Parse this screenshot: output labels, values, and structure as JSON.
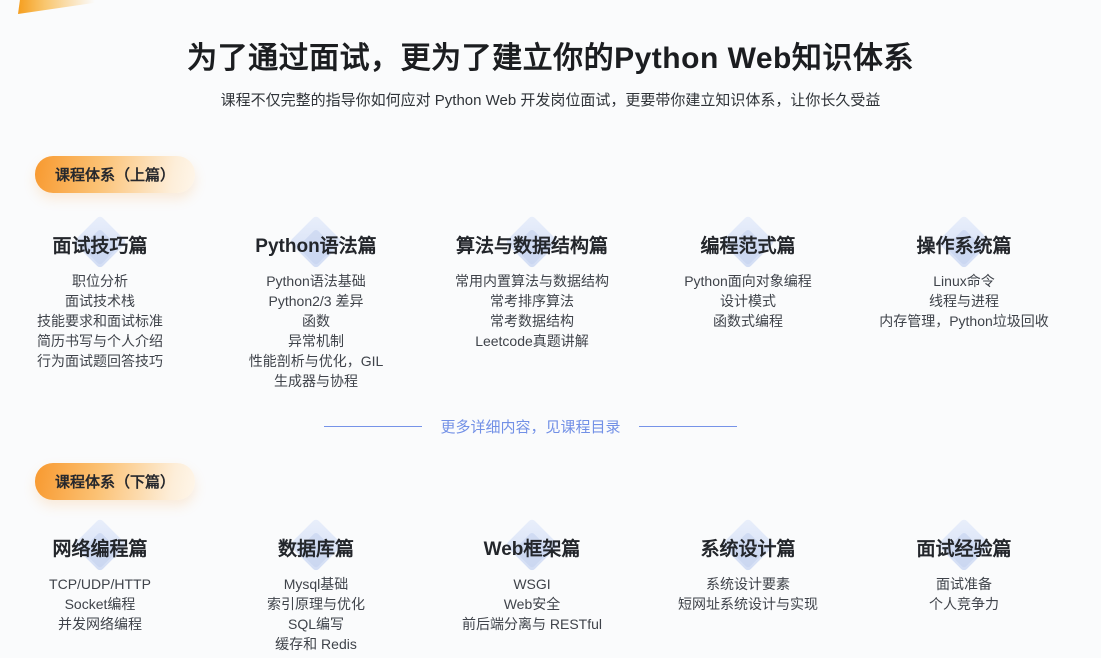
{
  "page": {
    "title": "为了通过面试，更为了建立你的Python Web知识体系",
    "subtitle": "课程不仅完整的指导你如何应对 Python Web 开发岗位面试，更要带你建立知识体系，让你长久受益"
  },
  "colors": {
    "badge_orange": "#f8992f",
    "divider_blue": "#7290e6",
    "diamond_blue": "#d2ddf4",
    "background": "#fafbfc"
  },
  "divider": {
    "label": "更多详细内容，见课程目录"
  },
  "sections": [
    {
      "badge": "课程体系（上篇）",
      "columns": [
        {
          "heading": "面试技巧篇",
          "items": [
            "职位分析",
            "面试技术栈",
            "技能要求和面试标准",
            "简历书写与个人介绍",
            "行为面试题回答技巧"
          ]
        },
        {
          "heading": "Python语法篇",
          "items": [
            "Python语法基础",
            "Python2/3 差异",
            "函数",
            "异常机制",
            "性能剖析与优化，GIL",
            "生成器与协程"
          ]
        },
        {
          "heading": "算法与数据结构篇",
          "items": [
            "常用内置算法与数据结构",
            "常考排序算法",
            "常考数据结构",
            "Leetcode真题讲解"
          ]
        },
        {
          "heading": "编程范式篇",
          "items": [
            "Python面向对象编程",
            "设计模式",
            "函数式编程"
          ]
        },
        {
          "heading": "操作系统篇",
          "items": [
            "Linux命令",
            "线程与进程",
            "内存管理，Python垃圾回收"
          ]
        }
      ]
    },
    {
      "badge": "课程体系（下篇）",
      "columns": [
        {
          "heading": "网络编程篇",
          "items": [
            "TCP/UDP/HTTP",
            "Socket编程",
            "并发网络编程"
          ]
        },
        {
          "heading": "数据库篇",
          "items": [
            "Mysql基础",
            "索引原理与优化",
            "SQL编写",
            "缓存和 Redis"
          ]
        },
        {
          "heading": "Web框架篇",
          "items": [
            "WSGI",
            "Web安全",
            "前后端分离与 RESTful"
          ]
        },
        {
          "heading": "系统设计篇",
          "items": [
            "系统设计要素",
            "短网址系统设计与实现"
          ]
        },
        {
          "heading": "面试经验篇",
          "items": [
            "面试准备",
            "个人竞争力"
          ]
        }
      ]
    }
  ]
}
